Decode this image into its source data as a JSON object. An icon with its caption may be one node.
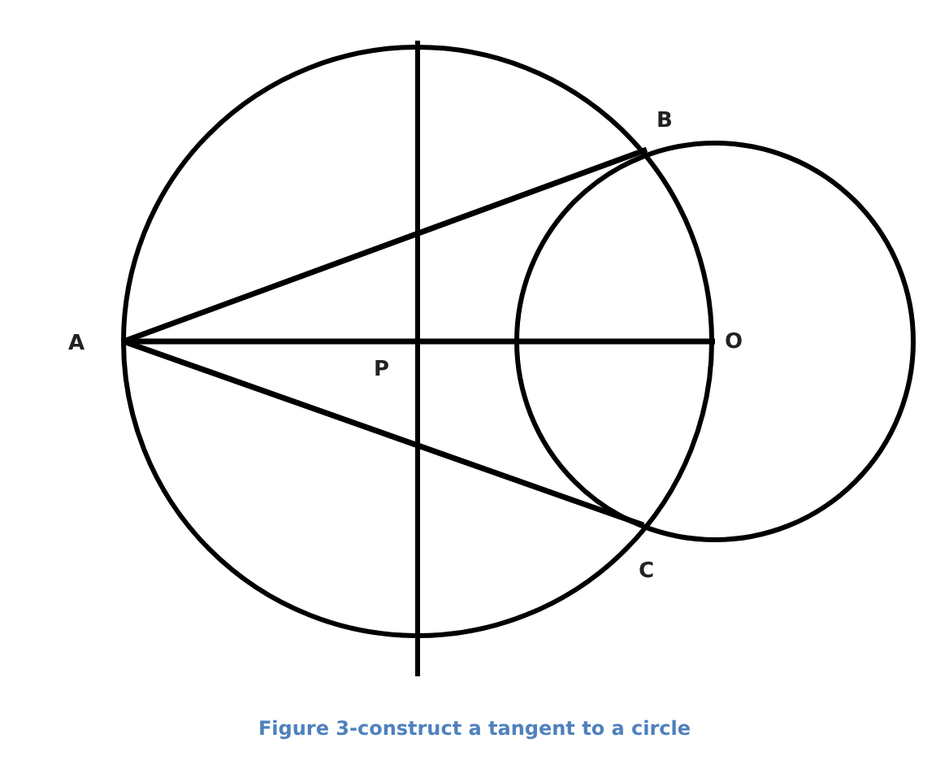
{
  "diagram": {
    "caption": "Figure 3-construct a tangent to a circle",
    "nodes": [
      {
        "text": [
          "A"
        ]
      },
      {
        "text": [
          "B"
        ]
      },
      {
        "text": [
          "O"
        ]
      },
      {
        "text": [
          "C"
        ]
      }
    ],
    "edges": [
      {
        "from": 0,
        "to": 1,
        "arrow": "none"
      },
      {
        "from": 0,
        "to": 2,
        "arrow": "none"
      },
      {
        "from": 0,
        "to": 3,
        "arrow": "none"
      }
    ],
    "labels": [
      "P"
    ]
  }
}
